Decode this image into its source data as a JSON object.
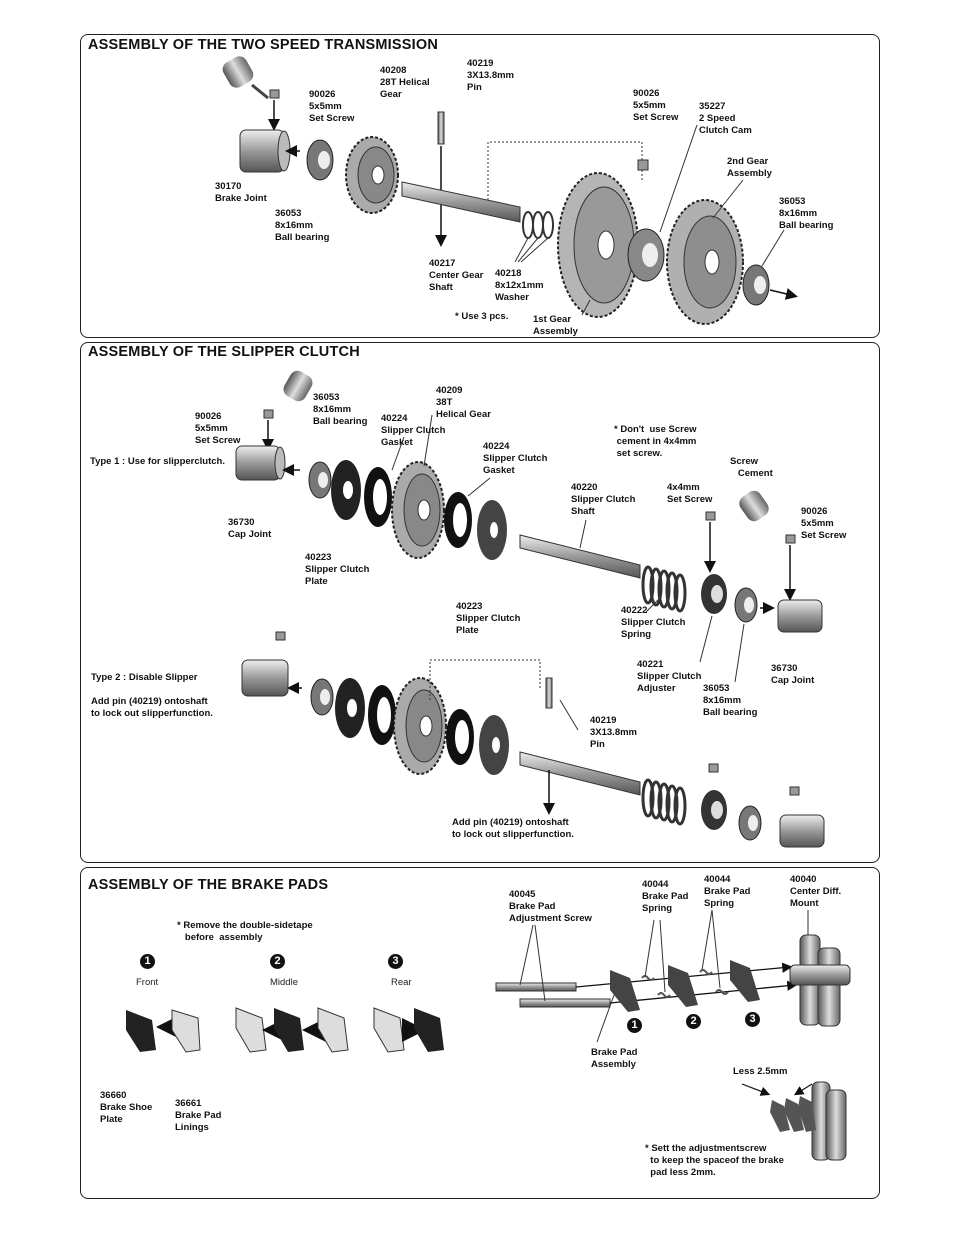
{
  "sections": {
    "transmission": {
      "title": "ASSEMBLY OF THE TWO SPEED TRANSMISSION",
      "labels": {
        "set_screw_a": "90026\n5x5mm\nSet Screw",
        "helical_gear": "40208\n28T Helical\nGear",
        "pin": "40219\n3X13.8mm\nPin",
        "set_screw_b": "90026\n5x5mm\nSet Screw",
        "clutch_cam": "35227\n2 Speed\nClutch Cam",
        "second_gear": "2nd Gear\nAssembly",
        "brake_joint": "30170\nBrake Joint",
        "bearing_a": "36053\n8x16mm\nBall bearing",
        "bearing_b": "36053\n8x16mm\nBall bearing",
        "center_shaft": "40217\nCenter Gear\nShaft",
        "washer": "40218\n8x12x1mm\nWasher",
        "use_note": "* Use 3 pcs.",
        "first_gear": "1st Gear\nAssembly"
      }
    },
    "slipper": {
      "title": "ASSEMBLY OF THE SLIPPER CLUTCH",
      "labels": {
        "bearing_top": "36053\n8x16mm\nBall bearing",
        "helical_38t": "40209\n38T\nHelical Gear",
        "set_screw": "90026\n5x5mm\nSet Screw",
        "gasket_a": "40224\nSlipper Clutch\nGasket",
        "gasket_b": "40224\nSlipper Clutch\nGasket",
        "dont_use": "* Don't  use Screw\n cement in 4x4mm\n set screw.",
        "screw_cement": "Screw\n   Cement",
        "type1": "Type 1 : Use for slipperclutch.",
        "slipper_shaft": "40220\nSlipper Clutch\nShaft",
        "set_screw_4x4": "4x4mm\nSet Screw",
        "set_screw_r": "90026\n5x5mm\nSet Screw",
        "cap_joint_l": "36730\nCap Joint",
        "plate_a": "40223\nSlipper Clutch\nPlate",
        "plate_b": "40223\nSlipper Clutch\nPlate",
        "spring": "40222\nSlipper Clutch\nSpring",
        "cap_joint_r": "36730\nCap Joint",
        "type2": "Type 2 : Disable Slipper\n\nAdd pin (40219) ontoshaft\nto lock out slipperfunction.",
        "adjuster": "40221\nSlipper Clutch\nAdjuster",
        "bearing_r": "36053\n8x16mm\nBall bearing",
        "pin": "40219\n3X13.8mm\nPin",
        "add_pin": "Add pin (40219) ontoshaft\nto lock out slipperfunction."
      }
    },
    "brake": {
      "title": "ASSEMBLY OF THE BRAKE PADS",
      "labels": {
        "adj_screw": "40045\nBrake Pad\nAdjustment Screw",
        "spring_a": "40044\nBrake Pad\nSpring",
        "spring_b": "40044\nBrake Pad\nSpring",
        "mount": "40040\nCenter Diff.\nMount",
        "remove_tape": "* Remove the double-sidetape\n   before  assembly",
        "front": "Front",
        "middle": "Middle",
        "rear": "Rear",
        "pad_assembly": "Brake Pad\nAssembly",
        "less": "Less 2.5mm",
        "shoe_plate": "36660\nBrake Shoe\nPlate",
        "pad_linings": "36661\nBrake Pad\nLinings",
        "set_adjust": "* Sett the adjustmentscrew\n  to keep the spaceof the brake\n  pad less 2mm."
      },
      "step_numbers": [
        "1",
        "2",
        "3"
      ]
    }
  }
}
